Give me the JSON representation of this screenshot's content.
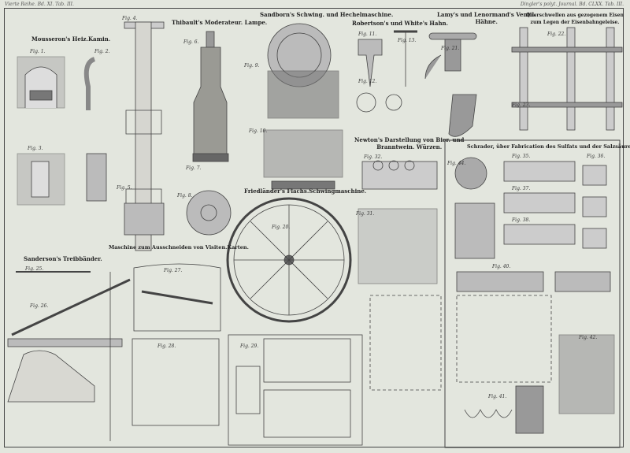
{
  "header": {
    "left": "Vierte Reihe. Bd. XI. Tab. III.",
    "right": "Dingler's polyt. Journal. Bd. CLXX. Tab. III."
  },
  "titles": {
    "mousseron": "Mousseron's Heiz.Kamin.",
    "thibault": "Thibault's Moderateur. Lampe.",
    "sandborn": "Sandborn's Schwing. und Hechelmaschine.",
    "robertson": "Robertson's und White's Hahn.",
    "lamy_1": "Lamy's und Lenormand's Ventil.",
    "lamy_2": "Hähne.",
    "querschwellen_1": "Querschwellen aus gezogenem Eisen",
    "querschwellen_2": "zum Legen der Eisenbahngeleise.",
    "newton_1": "Newton's Darstellung von Bier. und",
    "newton_2": "Branntwein. Würzen.",
    "friedlaender": "Friedländer's Flachs.Schwingmaschine.",
    "schrader": "Schrader, über Fabrication des Sulfats und der Salzsäure.",
    "visitenkarten": "Maschine zum Ausschneiden von Visiten.Karten.",
    "sanderson": "Sanderson's Treibbänder."
  },
  "figures": [
    "Fig. 1.",
    "Fig. 2.",
    "Fig. 3.",
    "Fig. 4.",
    "Fig. 5.",
    "Fig. 6.",
    "Fig. 7.",
    "Fig. 8.",
    "Fig. 9.",
    "Fig. 10.",
    "Fig. 11.",
    "Fig. 12.",
    "Fig. 13.",
    "Fig. 20.",
    "Fig. 21.",
    "Fig. 22.",
    "Fig. 23.",
    "Fig. 25.",
    "Fig. 26.",
    "Fig. 27.",
    "Fig. 28.",
    "Fig. 29.",
    "Fig. 31.",
    "Fig. 32.",
    "Fig. 35.",
    "Fig. 36.",
    "Fig. 37.",
    "Fig. 38.",
    "Fig. 40.",
    "Fig. 41.",
    "Fig. 42.",
    "Fig. 44."
  ]
}
